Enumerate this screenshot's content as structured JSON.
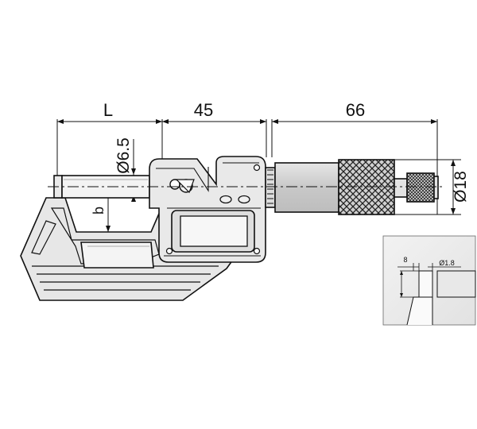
{
  "dimensions": {
    "L": "L",
    "d45": "45",
    "d66": "66",
    "dia65": "Ø6.5",
    "dia18": "Ø18",
    "b": "b"
  },
  "detail": {
    "dim_8": "8",
    "dim_dia18": "Ø1.8"
  }
}
